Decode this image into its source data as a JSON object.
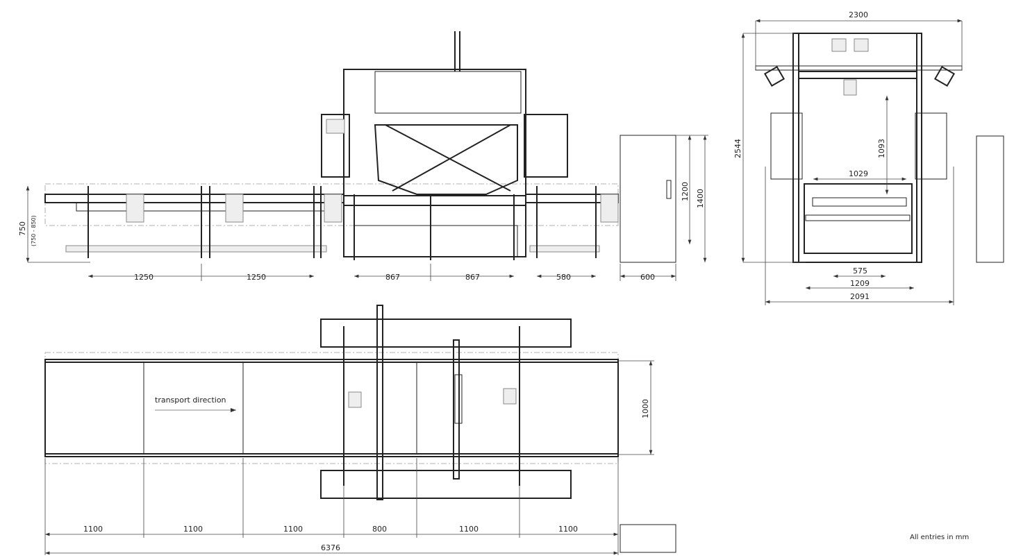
{
  "drawing": {
    "note": "All entries in mm",
    "transport_label": "transport direction",
    "front_view": {
      "height_main": "750",
      "height_range": "(750 - 850)",
      "conveyor_lengths": [
        "1250",
        "1250"
      ],
      "machine_spacing": [
        "867",
        "867"
      ],
      "outfeed": "580",
      "cabinet_width": "600",
      "cabinet_heights": [
        "1200",
        "1400"
      ]
    },
    "side_view": {
      "width_top": "2300",
      "height_total": "2544",
      "camera_height": "1093",
      "inner_width": "1029",
      "feet_inner": "575",
      "feet_outer": "1209",
      "base_width": "2091"
    },
    "top_view": {
      "segments": [
        "1100",
        "1100",
        "1100",
        "800",
        "1100",
        "1100"
      ],
      "total_length": "6376",
      "belt_width": "1000"
    }
  }
}
